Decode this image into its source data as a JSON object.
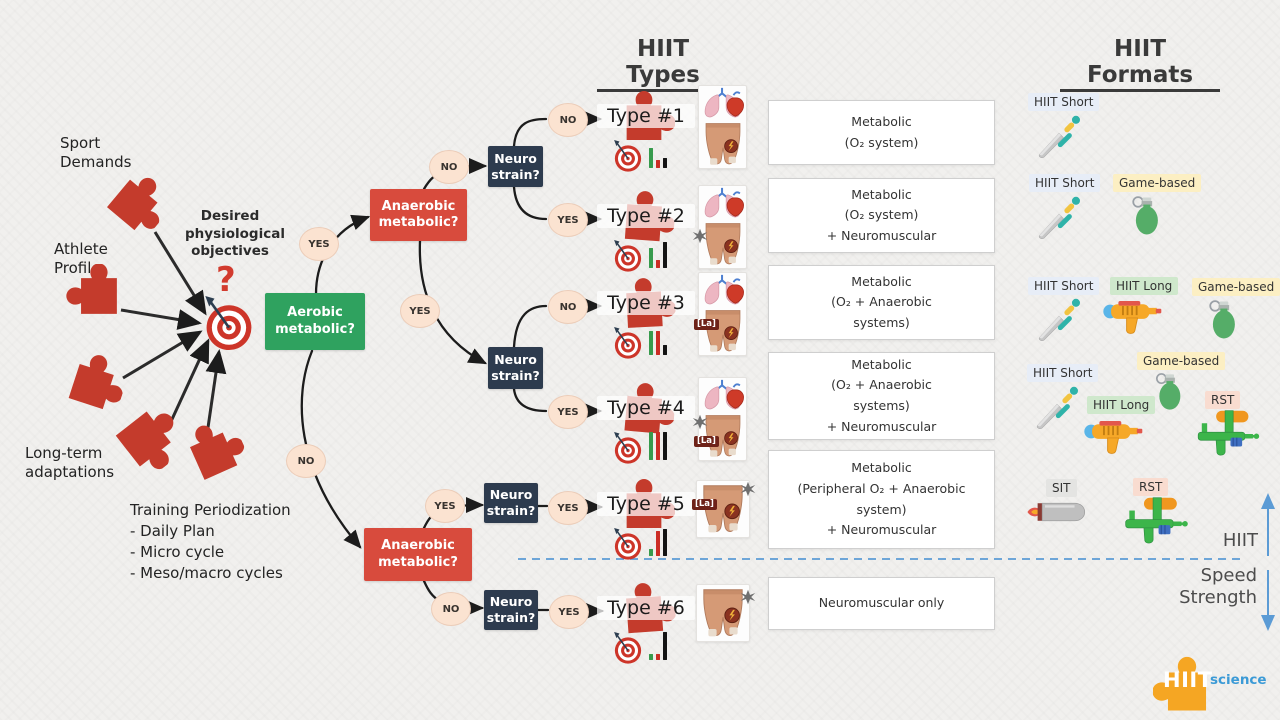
{
  "titles": {
    "types": "HIIT Types",
    "formats": "HIIT Formats"
  },
  "left": {
    "sport_demands": "Sport Demands",
    "athlete_profile": "Athlete Profile",
    "long_term_adaptations": "Long-term adaptations",
    "objectives": "Desired physiological objectives",
    "question_mark": "?",
    "periodization": {
      "title": "Training Periodization",
      "items": [
        "-  Daily Plan",
        "-  Micro cycle",
        "-  Meso/macro cycles"
      ]
    }
  },
  "flow": {
    "aerobic_label": "Aerobic metabolic?",
    "anaerobic_label": "Anaerobic metabolic?",
    "neuro_label": "Neuro strain?",
    "yes": "YES",
    "no": "NO"
  },
  "types": [
    {
      "label": "Type #1",
      "bars": {
        "aerobic": 20,
        "anaerobic": 8,
        "neuromuscular": 10
      }
    },
    {
      "label": "Type #2",
      "bars": {
        "aerobic": 20,
        "anaerobic": 8,
        "neuromuscular": 26
      }
    },
    {
      "label": "Type #3",
      "bars": {
        "aerobic": 24,
        "anaerobic": 24,
        "neuromuscular": 10
      }
    },
    {
      "label": "Type #4",
      "bars": {
        "aerobic": 28,
        "anaerobic": 28,
        "neuromuscular": 28
      }
    },
    {
      "label": "Type #5",
      "bars": {
        "aerobic": 7,
        "anaerobic": 25,
        "neuromuscular": 27
      }
    },
    {
      "label": "Type #6",
      "bars": {
        "aerobic": 6,
        "anaerobic": 6,
        "neuromuscular": 28
      }
    }
  ],
  "la_badge": "[La]",
  "descriptions": [
    {
      "lines": [
        "Metabolic",
        "(O₂ system)"
      ]
    },
    {
      "lines": [
        "Metabolic",
        "(O₂ system)",
        "+ Neuromuscular"
      ]
    },
    {
      "lines": [
        "Metabolic",
        "(O₂ + Anaerobic",
        "systems)"
      ]
    },
    {
      "lines": [
        "Metabolic",
        "(O₂ + Anaerobic",
        "systems)",
        "+ Neuromuscular"
      ]
    },
    {
      "lines": [
        "Metabolic",
        "(Peripheral O₂ + Anaerobic",
        "system)",
        "+ Neuromuscular"
      ]
    },
    {
      "lines": [
        "Neuromuscular only"
      ]
    }
  ],
  "formats": {
    "hiit_short": "HIIT Short",
    "hiit_long": "HIIT Long",
    "game_based": "Game-based",
    "rst": "RST",
    "sit": "SIT"
  },
  "axis": {
    "hiit": "HIIT",
    "speed": "Speed",
    "strength": "Strength"
  },
  "logo": {
    "hiit": "HIIT",
    "science": "science"
  },
  "colors": {
    "box_red": "#d84b3d",
    "box_green": "#2fa25f",
    "box_navy": "#2d3b4e",
    "puzzle_red": "#c43b2c",
    "accent_blue": "#5b9bd5"
  }
}
